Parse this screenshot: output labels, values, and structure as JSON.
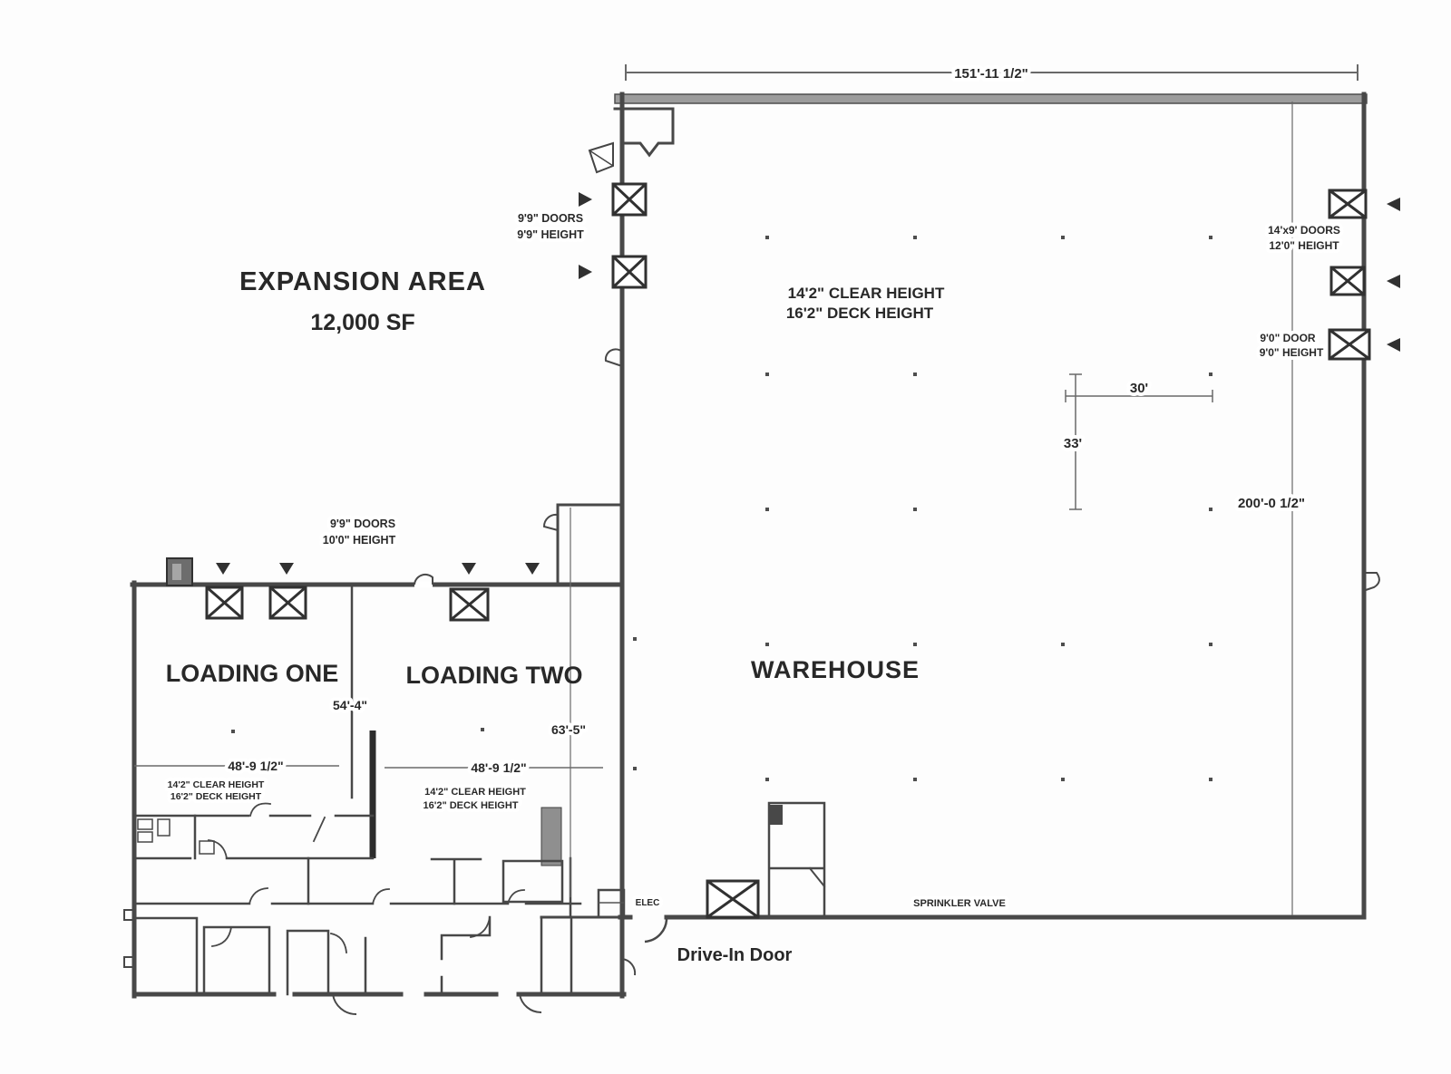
{
  "plan": {
    "dimensions": {
      "top_width": "151'-11 1/2\"",
      "right_height": "200'-0 1/2\"",
      "bay_width": "30'",
      "bay_depth": "33'",
      "loading_one_width": "48'-9 1/2\"",
      "loading_two_width": "48'-9 1/2\"",
      "loading_depth": "54'-4\"",
      "loading_two_depth": "63'-5\""
    },
    "areas": {
      "expansion_name": "EXPANSION AREA",
      "expansion_size": "12,000 SF",
      "warehouse_name": "WAREHOUSE",
      "loading_one_name": "LOADING ONE",
      "loading_two_name": "LOADING TWO"
    },
    "heights": {
      "warehouse_clear": "14'2\" CLEAR HEIGHT",
      "warehouse_deck": "16'2\" DECK HEIGHT",
      "loading_one_clear": "14'2\" CLEAR HEIGHT",
      "loading_one_deck": "16'2\" DECK HEIGHT",
      "loading_two_clear": "14'2\" CLEAR HEIGHT",
      "loading_two_deck": "16'2\" DECK HEIGHT"
    },
    "doors": {
      "expansion_side_line1": "9'9\" DOORS",
      "expansion_side_line2": "9'9\" HEIGHT",
      "loading_side_line1": "9'9\" DOORS",
      "loading_side_line2": "10'0\" HEIGHT",
      "right_upper_line1": "14'x9' DOORS",
      "right_upper_line2": "12'0\" HEIGHT",
      "right_lower_line1": "9'0\" DOOR",
      "right_lower_line2": "9'0\" HEIGHT",
      "drive_in": "Drive-In Door"
    },
    "labels": {
      "elec": "ELEC",
      "sprinkler": "SPRINKLER VALVE"
    }
  }
}
